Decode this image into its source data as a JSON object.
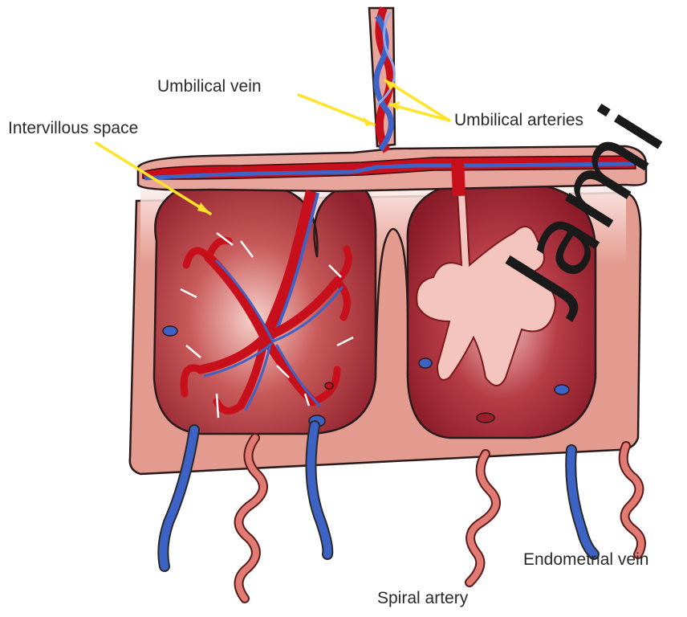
{
  "labels": {
    "umbilical_vein": "Umbilical vein",
    "intervillous_space": "Intervillous space",
    "umbilical_arteries": "Umbilical arteries",
    "endometrial_vein": "Endometrial vein",
    "spiral_artery": "Spiral artery"
  },
  "watermark": "Jami",
  "colors": {
    "tissue": "#e29a8e",
    "tissue_dark": "#c9685c",
    "space_inner": "#a52332",
    "vein_red": "#c8101c",
    "artery_blue": "#3d63c6",
    "spiral_pink": "#e07a72",
    "pointer": "#ffe42a",
    "villus_pale": "#f4c4bf"
  }
}
